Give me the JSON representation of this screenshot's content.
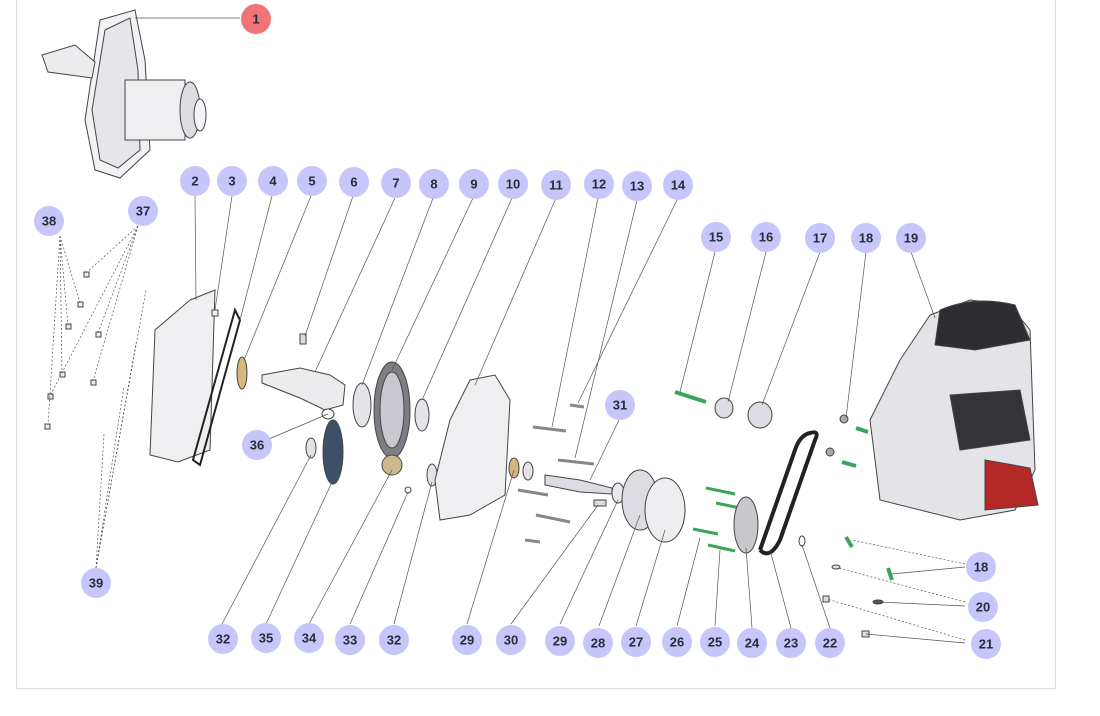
{
  "diagram": {
    "accent_highlight": "#f07475",
    "accent_callout": "#c7c6fb",
    "callouts": [
      {
        "id": "c1",
        "label": "1",
        "highlight": true
      },
      {
        "id": "c2",
        "label": "2"
      },
      {
        "id": "c3",
        "label": "3"
      },
      {
        "id": "c4",
        "label": "4"
      },
      {
        "id": "c5",
        "label": "5"
      },
      {
        "id": "c6",
        "label": "6"
      },
      {
        "id": "c7",
        "label": "7"
      },
      {
        "id": "c8",
        "label": "8"
      },
      {
        "id": "c9",
        "label": "9"
      },
      {
        "id": "c10",
        "label": "10"
      },
      {
        "id": "c11",
        "label": "11"
      },
      {
        "id": "c12",
        "label": "12"
      },
      {
        "id": "c13",
        "label": "13"
      },
      {
        "id": "c14",
        "label": "14"
      },
      {
        "id": "c15",
        "label": "15"
      },
      {
        "id": "c16",
        "label": "16"
      },
      {
        "id": "c17",
        "label": "17"
      },
      {
        "id": "c18a",
        "label": "18"
      },
      {
        "id": "c19",
        "label": "19"
      },
      {
        "id": "c37",
        "label": "37"
      },
      {
        "id": "c38",
        "label": "38"
      },
      {
        "id": "c36",
        "label": "36"
      },
      {
        "id": "c31",
        "label": "31"
      },
      {
        "id": "c39",
        "label": "39"
      },
      {
        "id": "c18b",
        "label": "18"
      },
      {
        "id": "c20",
        "label": "20"
      },
      {
        "id": "c21",
        "label": "21"
      },
      {
        "id": "c32a",
        "label": "32"
      },
      {
        "id": "c35",
        "label": "35"
      },
      {
        "id": "c34",
        "label": "34"
      },
      {
        "id": "c33",
        "label": "33"
      },
      {
        "id": "c32b",
        "label": "32"
      },
      {
        "id": "c29a",
        "label": "29"
      },
      {
        "id": "c30",
        "label": "30"
      },
      {
        "id": "c29b",
        "label": "29"
      },
      {
        "id": "c28",
        "label": "28"
      },
      {
        "id": "c27",
        "label": "27"
      },
      {
        "id": "c26",
        "label": "26"
      },
      {
        "id": "c25",
        "label": "25"
      },
      {
        "id": "c24",
        "label": "24"
      },
      {
        "id": "c23",
        "label": "23"
      },
      {
        "id": "c22",
        "label": "22"
      }
    ]
  }
}
